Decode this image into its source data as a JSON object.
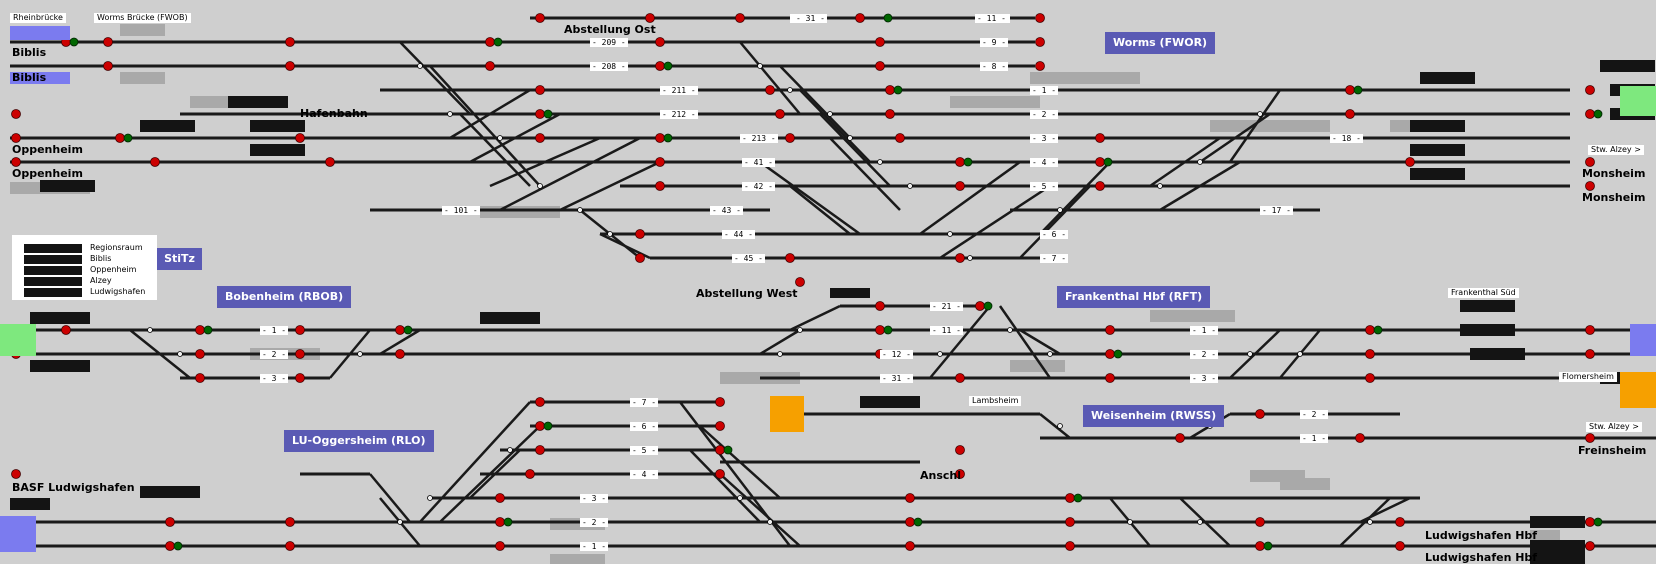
{
  "app": {
    "type": "railway interlocking control panel",
    "colors": {
      "background": "#cfcfcf",
      "track": "#1a1a1a",
      "signal_red": "#cc0000",
      "signal_green": "#006600",
      "station_blue": "#5a5ab4",
      "edge_blue": "#7b7bef",
      "edge_green": "#7ee87e",
      "edge_orange": "#f6a000"
    }
  },
  "stations": {
    "worms": "Worms (FWOR)",
    "bobenheim": "Bobenheim (RBOB)",
    "frankenthal": "Frankenthal Hbf (RFT)",
    "lu_oggersheim": "LU-Oggersheim (RLO)",
    "weisenheim": "Weisenheim (RWSS)",
    "stitz": "StiTz"
  },
  "labels": {
    "rheinbruecke": "Rheinbrücke",
    "worms_bruecke": "Worms Brücke (FWOB)",
    "biblis_1": "Biblis",
    "biblis_2": "Biblis",
    "abstellung_ost": "Abstellung Ost",
    "hafenbahn": "Hafenbahn",
    "oppenheim_1": "Oppenheim",
    "oppenheim_2": "Oppenheim",
    "abstellung_west": "Abstellung West",
    "monsheim_1": "Monsheim",
    "monsheim_2": "Monsheim",
    "stw_alzey": "Stw. Alzey >",
    "frankenthal_sued": "Frankenthal Süd",
    "flomersheim": "Flomersheim",
    "lambsheim": "Lambsheim",
    "freinsheim_link": "Stw. Alzey >",
    "freinsheim": "Freinsheim",
    "anschl": "Anschl",
    "basf": "BASF Ludwigshafen",
    "ludwigshafen_1": "Ludwigshafen Hbf",
    "ludwigshafen_2": "Ludwigshafen Hbf"
  },
  "legend": {
    "items": [
      "Regionsraum",
      "Biblis",
      "Oppenheim",
      "Alzey",
      "Ludwigshafen"
    ]
  },
  "tracks": {
    "t31": "- 31 -",
    "t11": "- 11 -",
    "t209": "- 209 -",
    "t9": "- 9 -",
    "t208": "- 208 -",
    "t8": "- 8 -",
    "t211": "- 211 -",
    "t1": "- 1 -",
    "t212": "- 212 -",
    "t2": "- 2 -",
    "t213": "- 213 -",
    "t3": "- 3 -",
    "t18": "- 18 -",
    "t41": "- 41 -",
    "t4": "- 4 -",
    "t42": "- 42 -",
    "t5": "- 5 -",
    "t101": "- 101 -",
    "t43": "- 43 -",
    "t17": "- 17 -",
    "t44": "- 44 -",
    "t6": "- 6 -",
    "t45": "- 45 -",
    "t7": "- 7 -",
    "b1": "- 1 -",
    "b2": "- 2 -",
    "b3": "- 3 -",
    "f21": "- 21 -",
    "f11": "- 11 -",
    "f12": "- 12 -",
    "f31": "- 31 -",
    "f1": "- 1 -",
    "f2": "- 2 -",
    "f3": "- 3 -",
    "w2": "- 2 -",
    "w1": "- 1 -",
    "l7": "- 7 -",
    "l6": "- 6 -",
    "l5": "- 5 -",
    "l4": "- 4 -",
    "l3": "- 3 -",
    "l2": "- 2 -",
    "l1": "- 1 -"
  }
}
